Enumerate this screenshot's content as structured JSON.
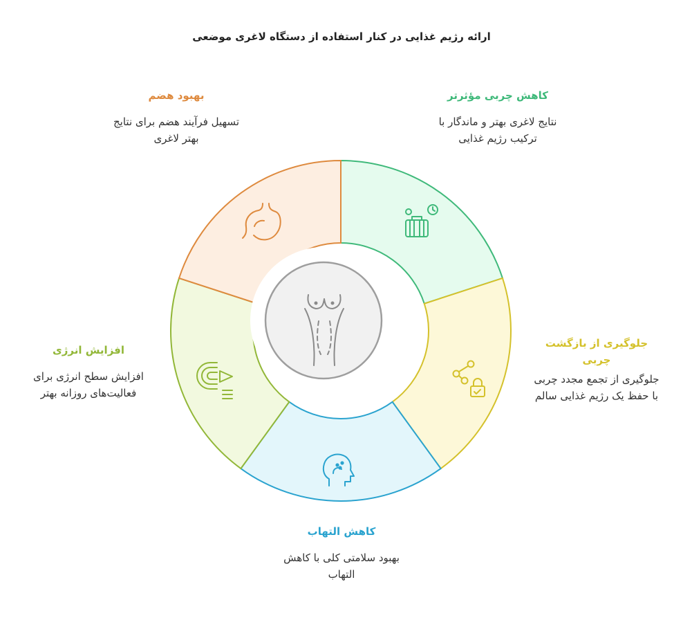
{
  "title": "ارائه رژیم غذایی در کنار استفاده از دستگاه لاغری موضعی",
  "segments": {
    "fat_reduction": {
      "heading": "کاهش چربی مؤثرتر",
      "text": "نتایج لاغری بهتر و ماندگار با ترکیب رژیم غذایی",
      "color": "#3fb97a",
      "fill": "#e5fbee",
      "icon": "luggage-clock-icon"
    },
    "fat_regain": {
      "heading": "جلوگیری از بازگشت چربی",
      "text": "جلوگیری از تجمع مجدد چربی با حفظ یک رژیم غذایی سالم",
      "color": "#d4c12b",
      "fill": "#fdf8d8",
      "icon": "share-lock-icon"
    },
    "inflammation": {
      "heading": "کاهش التهاب",
      "text": "بهبود سلامتی کلی با کاهش التهاب",
      "color": "#2aa3cf",
      "fill": "#e3f6fb",
      "icon": "head-inflammation-icon"
    },
    "energy": {
      "heading": "افزایش انرژی",
      "text": "افزایش سطح انرژی برای فعالیت‌های روزانه بهتر",
      "color": "#92b738",
      "fill": "#f2f9df",
      "icon": "energy-play-icon"
    },
    "digestion": {
      "heading": "بهبود هضم",
      "text": "تسهیل فرآیند هضم برای نتایج بهتر لاغری",
      "color": "#de8a3e",
      "fill": "#fdeee1",
      "icon": "stomach-icon"
    }
  },
  "center": {
    "icon": "torso-icon",
    "color": "#9e9e9e",
    "fill": "#f1f1f1"
  }
}
